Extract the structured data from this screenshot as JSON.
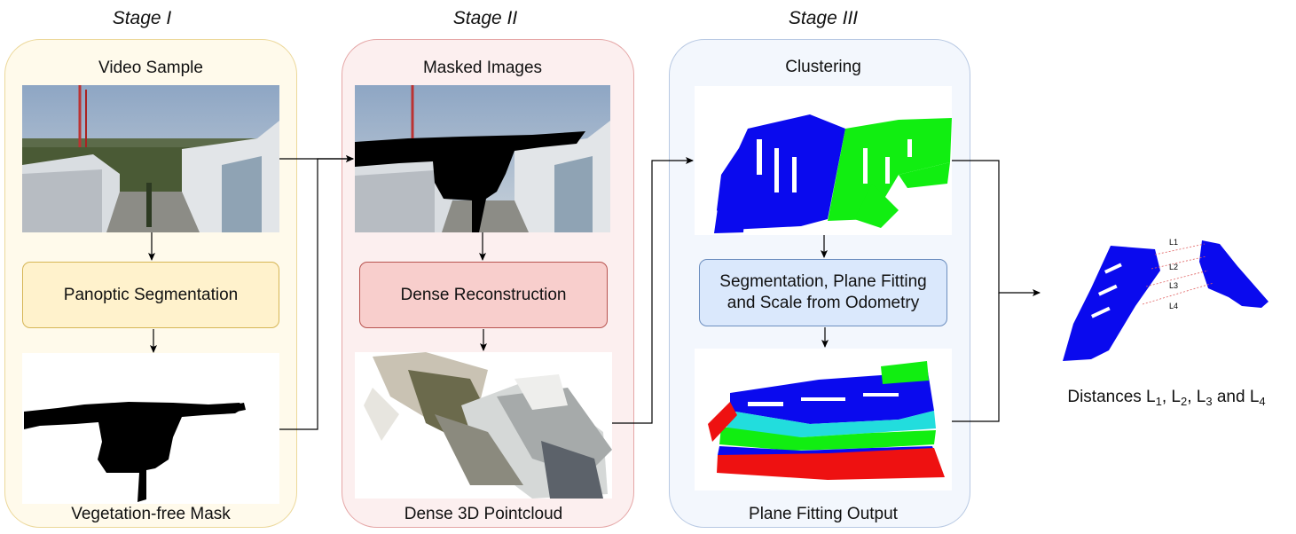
{
  "stages": {
    "s1": "Stage I",
    "s2": "Stage II",
    "s3": "Stage III"
  },
  "stage1": {
    "top_label": "Video Sample",
    "process": "Panoptic Segmentation",
    "bottom_label": "Vegetation-free Mask"
  },
  "stage2": {
    "top_label": "Masked Images",
    "process": "Dense Reconstruction",
    "bottom_label": "Dense 3D Pointcloud"
  },
  "stage3": {
    "top_label": "Clustering",
    "process_line1": "Segmentation, Plane Fitting",
    "process_line2": "and Scale from Odometry",
    "bottom_label": "Plane Fitting Output"
  },
  "output": {
    "caption_prefix": "Distances L",
    "sub1": "1",
    "sep1": ", L",
    "sub2": "2",
    "sep2": ", L",
    "sub3": "3",
    "sep3": " and L",
    "sub4": "4",
    "line_labels": [
      "L1",
      "L2",
      "L3",
      "L4"
    ]
  },
  "colors": {
    "stage1_panel": "#fffaeb",
    "stage2_panel": "#fcefef",
    "stage3_panel": "#f3f7fd",
    "cluster_blue": "#0a0aee",
    "cluster_green": "#11ee11",
    "plane_red": "#ee1111",
    "plane_cyan": "#22dddd"
  }
}
